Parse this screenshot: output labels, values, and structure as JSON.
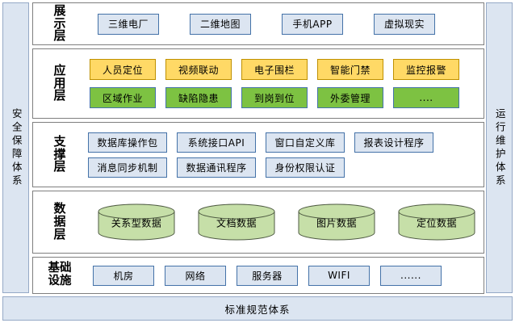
{
  "sidebars": {
    "left": {
      "label": "安全保障体系"
    },
    "right": {
      "label": "运行维护体系"
    }
  },
  "footer": {
    "label": "标准规范体系"
  },
  "colors": {
    "blue_fill": "#DCE5F1",
    "blue_border": "#4472A8",
    "yellow_fill": "#FFD966",
    "yellow_border": "#BF9000",
    "green_fill": "#7DC242",
    "green_border": "#4472A8",
    "cylinder_fill": "#C6DFA8",
    "cylinder_border": "#4F5B43",
    "layer_border": "#7F7F7F",
    "sidebar_fill": "#DCE5F1",
    "sidebar_border": "#95A9C6"
  },
  "layers": [
    {
      "id": "presentation",
      "label": "展示层",
      "label_lines": [
        "展",
        "示",
        "层"
      ],
      "rows": [
        {
          "style": "blue",
          "items": [
            {
              "label": "三维电厂"
            },
            {
              "label": "二维地图"
            },
            {
              "label": "手机APP"
            },
            {
              "label": "虚拟现实"
            }
          ]
        }
      ]
    },
    {
      "id": "application",
      "label": "应用层",
      "label_lines": [
        "应",
        "用",
        "层"
      ],
      "rows": [
        {
          "style": "yellow",
          "items": [
            {
              "label": "人员定位"
            },
            {
              "label": "视频联动"
            },
            {
              "label": "电子围栏"
            },
            {
              "label": "智能门禁"
            },
            {
              "label": "监控报警"
            }
          ]
        },
        {
          "style": "green",
          "items": [
            {
              "label": "区域作业"
            },
            {
              "label": "缺陷隐患"
            },
            {
              "label": "到岗到位"
            },
            {
              "label": "外委管理"
            },
            {
              "label": "...."
            }
          ]
        }
      ]
    },
    {
      "id": "support",
      "label": "支撑层",
      "label_lines": [
        "支",
        "撑",
        "层"
      ],
      "rows": [
        {
          "style": "blue",
          "items": [
            {
              "label": "数据库操作包"
            },
            {
              "label": "系统接口API"
            },
            {
              "label": "窗口自定义库"
            },
            {
              "label": "报表设计程序"
            }
          ]
        },
        {
          "style": "blue",
          "items": [
            {
              "label": "消息同步机制"
            },
            {
              "label": "数据通讯程序"
            },
            {
              "label": "身份权限认证"
            }
          ]
        }
      ]
    },
    {
      "id": "data",
      "label": "数据层",
      "label_lines": [
        "数",
        "据",
        "层"
      ],
      "rows": [
        {
          "style": "cylinder",
          "items": [
            {
              "label": "关系型数据"
            },
            {
              "label": "文档数据"
            },
            {
              "label": "图片数据"
            },
            {
              "label": "定位数据"
            }
          ]
        }
      ]
    },
    {
      "id": "infrastructure",
      "label": "基础设施",
      "label_lines": [
        "基础",
        "设施"
      ],
      "rows": [
        {
          "style": "blue",
          "items": [
            {
              "label": "机房"
            },
            {
              "label": "网络"
            },
            {
              "label": "服务器"
            },
            {
              "label": "WIFI"
            },
            {
              "label": "......"
            }
          ]
        }
      ]
    }
  ]
}
